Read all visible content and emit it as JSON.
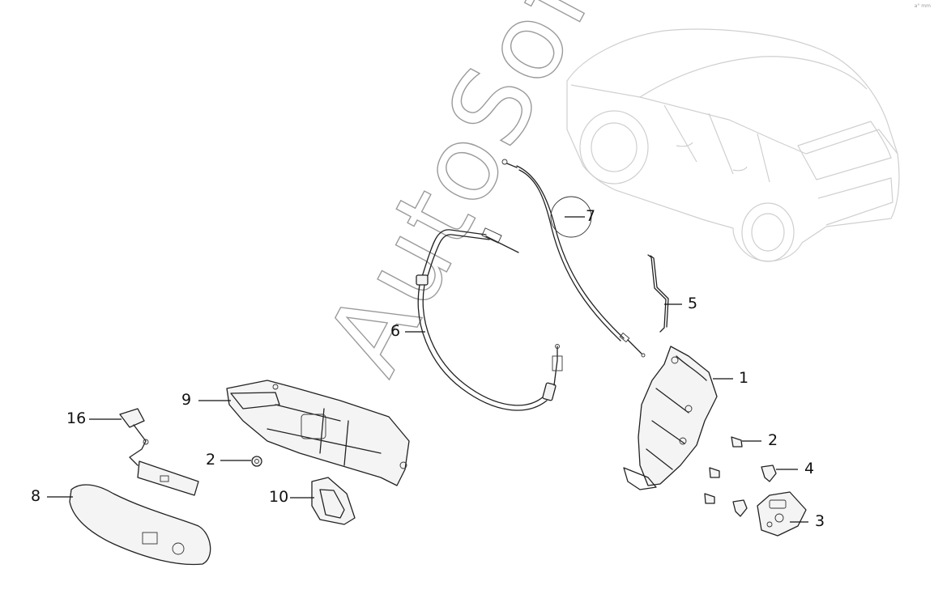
{
  "watermark": {
    "text": "AutoSoft",
    "color": "#9a9a9a"
  },
  "corner_mark": "a° mm",
  "callouts": [
    {
      "id": "1",
      "label": "1"
    },
    {
      "id": "2a",
      "label": "2"
    },
    {
      "id": "2b",
      "label": "2"
    },
    {
      "id": "3",
      "label": "3"
    },
    {
      "id": "4",
      "label": "4"
    },
    {
      "id": "5",
      "label": "5"
    },
    {
      "id": "6",
      "label": "6"
    },
    {
      "id": "7",
      "label": "7"
    },
    {
      "id": "8",
      "label": "8"
    },
    {
      "id": "9",
      "label": "9"
    },
    {
      "id": "10",
      "label": "10"
    },
    {
      "id": "16",
      "label": "16"
    }
  ]
}
